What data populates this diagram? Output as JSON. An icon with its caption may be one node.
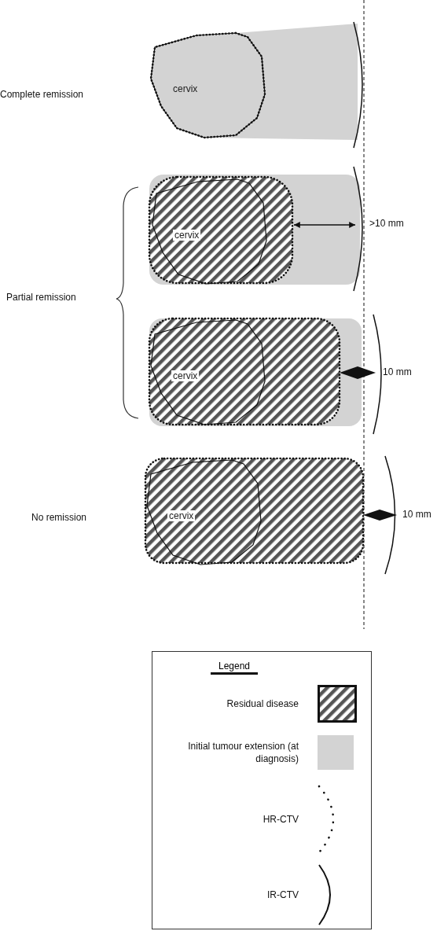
{
  "diagram": {
    "nodes": [
      {
        "text": [
          "cervix"
        ]
      },
      {
        "text": [
          "cervix"
        ]
      },
      {
        "text": [
          "cervix"
        ]
      },
      {
        "text": [
          "cervix"
        ]
      }
    ],
    "labels": [
      "Complete remission",
      ">10 mm",
      "Partial remission",
      "10 mm",
      "No remission",
      "10 mm",
      "Legend"
    ],
    "legend": [
      {
        "text": "Residual disease"
      },
      {
        "text": "Initial tumour extension (at diagnosis)",
        "color": "#d3d3d3"
      },
      {
        "text": "HR-CTV"
      },
      {
        "text": "IR-CTV"
      }
    ]
  }
}
